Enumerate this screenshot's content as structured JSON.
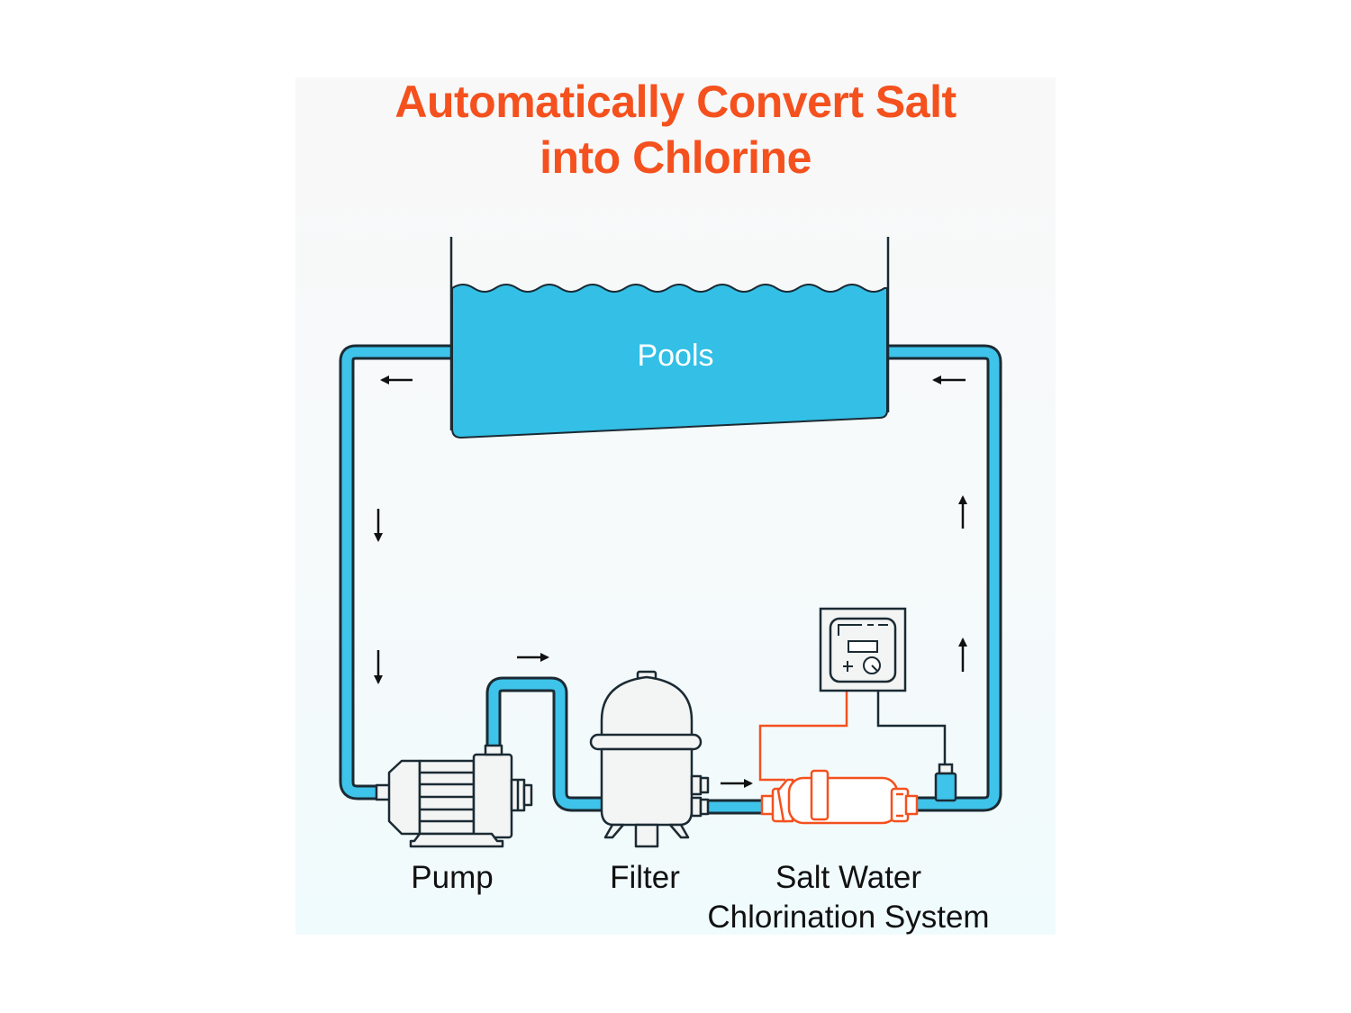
{
  "title": {
    "line1": "Automatically Convert Salt",
    "line2": "into Chlorine"
  },
  "labels": {
    "pool": "Pools",
    "pump": "Pump",
    "filter": "Filter",
    "chlorinator_line1": "Salt Water",
    "chlorinator_line2": "Chlorination System"
  },
  "colors": {
    "title": "#f4511e",
    "water": "#33bfe6",
    "pipe_fill": "#3ec3ea",
    "outline": "#1b2a33",
    "chlorinator": "#f4511e",
    "equipment_fill": "#f3f4f4"
  },
  "flow_arrows": [
    "left",
    "left",
    "down",
    "down",
    "right",
    "right",
    "up",
    "up"
  ]
}
